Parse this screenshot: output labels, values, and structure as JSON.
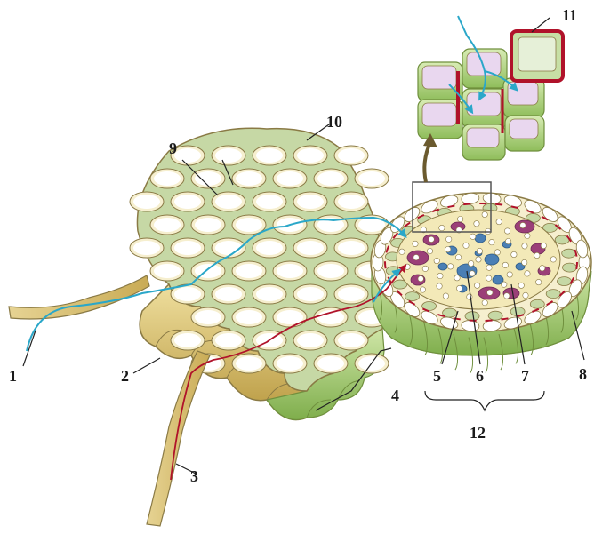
{
  "figure": {
    "callouts": [
      {
        "id": "1",
        "text": "1"
      },
      {
        "id": "2",
        "text": "2"
      },
      {
        "id": "3",
        "text": "3"
      },
      {
        "id": "4",
        "text": "4"
      },
      {
        "id": "5",
        "text": "5"
      },
      {
        "id": "6",
        "text": "6"
      },
      {
        "id": "7",
        "text": "7"
      },
      {
        "id": "8",
        "text": "8"
      },
      {
        "id": "9",
        "text": "9"
      },
      {
        "id": "10",
        "text": "10"
      },
      {
        "id": "11",
        "text": "11"
      },
      {
        "id": "12",
        "text": "12"
      }
    ]
  },
  "colors": {
    "cell_wall": "#f6efcf",
    "cell_outline": "#8a7a45",
    "cell_interior": "#ffffff",
    "intercellular_space": "#c6d8a5",
    "epidermis_root_hair": "#d9c27a",
    "stele_outer": "#b6d68c",
    "casparian_strip": "#b0122a",
    "xylem": "#4a7fb5",
    "phloem": "#9b3f78",
    "water_path": "#2aa7c9",
    "symplast_path": "#b0122a",
    "arrow_brown": "#6b5a2e"
  }
}
